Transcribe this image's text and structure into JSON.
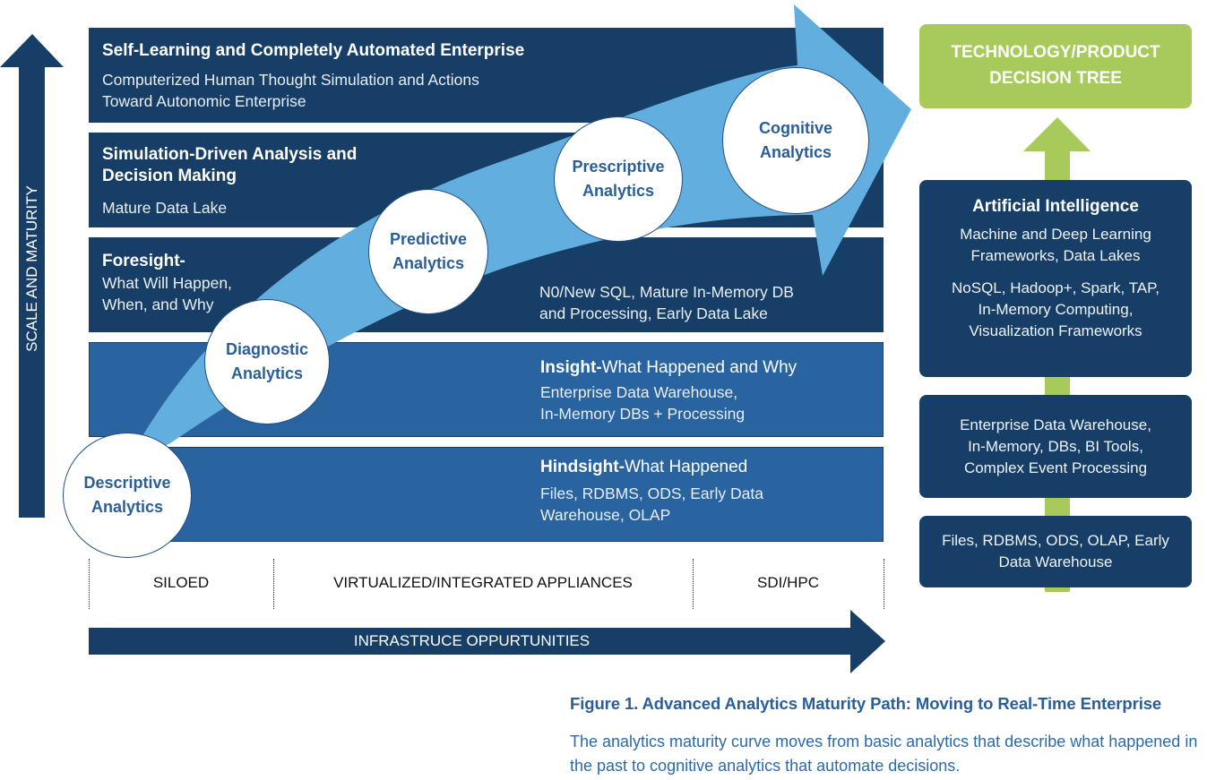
{
  "vertical_axis": {
    "label": "SCALE AND MATURITY"
  },
  "horizontal_axis": {
    "label": "INFRASTRUCE OPPURTUNITIES"
  },
  "bands": [
    {
      "title": "Self-Learning and Completely Automated Enterprise",
      "lines": [
        "Computerized Human Thought Simulation and Actions",
        "Toward Autonomic Enterprise"
      ]
    },
    {
      "title_lines": [
        "Simulation-Driven Analysis and",
        "Decision Making"
      ],
      "lines": [
        "Mature Data Lake"
      ]
    },
    {
      "title": "Foresight-",
      "lines": [
        "What Will Happen,",
        "When, and Why"
      ],
      "right_lines": [
        "N0/New SQL, Mature In-Memory DB",
        "and Processing, Early Data Lake"
      ]
    },
    {
      "title_bold": "Insight-",
      "title_rest": "What Happened and Why",
      "lines": [
        "Enterprise Data Warehouse,",
        "In-Memory DBs + Processing"
      ]
    },
    {
      "title_bold": "Hindsight-",
      "title_rest": "What Happened",
      "lines": [
        "Files, RDBMS, ODS, Early Data",
        "Warehouse, OLAP"
      ]
    }
  ],
  "stages": [
    {
      "line1": "Descriptive",
      "line2": "Analytics"
    },
    {
      "line1": "Diagnostic",
      "line2": "Analytics"
    },
    {
      "line1": "Predictive",
      "line2": "Analytics"
    },
    {
      "line1": "Prescriptive",
      "line2": "Analytics"
    },
    {
      "line1": "Cognitive",
      "line2": "Analytics"
    }
  ],
  "phases": [
    "SILOED",
    "VIRTUALIZED/INTEGRATED APPLIANCES",
    "SDI/HPC"
  ],
  "decision_tree": {
    "header_lines": [
      "TECHNOLOGY/PRODUCT",
      "DECISION TREE"
    ],
    "boxes": [
      {
        "title": "Artificial Intelligence",
        "lines": [
          "Machine and Deep Learning",
          "Frameworks, Data Lakes",
          "",
          "NoSQL, Hadoop+, Spark, TAP,",
          "In-Memory Computing,",
          "Visualization Frameworks"
        ]
      },
      {
        "lines": [
          "Enterprise Data Warehouse,",
          "In-Memory, DBs, BI Tools,",
          "Complex Event Processing"
        ]
      },
      {
        "lines": [
          "Files, RDBMS, ODS, OLAP, Early",
          "Data Warehouse"
        ]
      }
    ]
  },
  "caption": {
    "title": "Figure 1. Advanced Analytics Maturity Path: Moving to Real-Time Enterprise",
    "body": "The analytics maturity curve moves from basic analytics that describe what happened in the past to cognitive analytics that automate decisions."
  },
  "colors": {
    "navy": "#173e67",
    "mid_blue": "#2963a0",
    "light_blue": "#62afdf",
    "green": "#a8ca5a",
    "caption_blue": "#2a5e99"
  }
}
